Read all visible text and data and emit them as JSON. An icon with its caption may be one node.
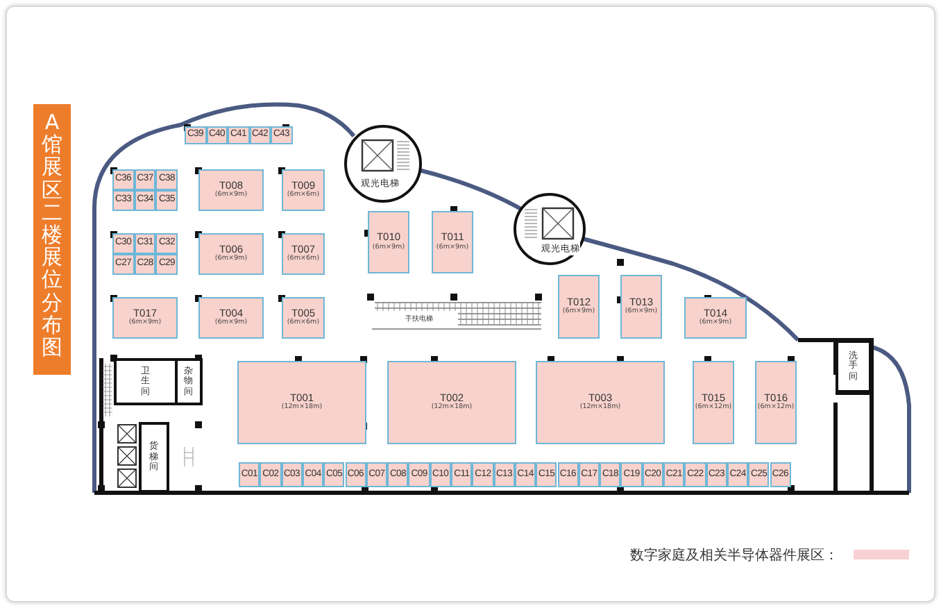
{
  "diagram": {
    "title": "A馆展区二楼展位分布图",
    "nodes": [
      {
        "text": [
          "C39"
        ]
      },
      {
        "text": [
          "C40"
        ]
      },
      {
        "text": [
          "C41"
        ]
      },
      {
        "text": [
          "C42"
        ]
      },
      {
        "text": [
          "C43"
        ]
      },
      {
        "text": [
          "C36"
        ]
      },
      {
        "text": [
          "C37"
        ]
      },
      {
        "text": [
          "C38"
        ]
      },
      {
        "text": [
          "C33"
        ]
      },
      {
        "text": [
          "C34"
        ]
      },
      {
        "text": [
          "C35"
        ]
      },
      {
        "text": [
          "T008",
          "(6m×9m)"
        ]
      },
      {
        "text": [
          "T009",
          "(6m×6m)"
        ]
      },
      {
        "text": [
          "观光电梯"
        ]
      },
      {
        "text": [
          "T010",
          "(6m×9m)"
        ]
      },
      {
        "text": [
          "T011",
          "(6m×9m)"
        ]
      },
      {
        "text": [
          "观光电梯"
        ]
      },
      {
        "text": [
          "C30"
        ]
      },
      {
        "text": [
          "C31"
        ]
      },
      {
        "text": [
          "C32"
        ]
      },
      {
        "text": [
          "C27"
        ]
      },
      {
        "text": [
          "C28"
        ]
      },
      {
        "text": [
          "C29"
        ]
      },
      {
        "text": [
          "T006",
          "(6m×9m)"
        ]
      },
      {
        "text": [
          "T007",
          "(6m×6m)"
        ]
      },
      {
        "text": [
          "T012",
          "(6m×9m)"
        ]
      },
      {
        "text": [
          "T013",
          "(6m×9m)"
        ]
      },
      {
        "text": [
          "T017",
          "(6m×9m)"
        ]
      },
      {
        "text": [
          "T004",
          "(6m×9m)"
        ]
      },
      {
        "text": [
          "T005",
          "(6m×6m)"
        ]
      },
      {
        "text": [
          "T014",
          "(6m×9m)"
        ]
      },
      {
        "text": [
          "洗手间"
        ]
      },
      {
        "text": [
          "卫生间"
        ]
      },
      {
        "text": [
          "杂物间"
        ]
      },
      {
        "text": [
          "T001",
          "(12m×18m)"
        ]
      },
      {
        "text": [
          "T002",
          "(12m×18m)"
        ]
      },
      {
        "text": [
          "T003",
          "(12m×18m)"
        ]
      },
      {
        "text": [
          "T015",
          "(6m×12m)"
        ]
      },
      {
        "text": [
          "T016",
          "(6m×12m)"
        ]
      },
      {
        "text": [
          "货梯间"
        ]
      },
      {
        "text": [
          "C01"
        ]
      },
      {
        "text": [
          "C02"
        ]
      },
      {
        "text": [
          "C03"
        ]
      },
      {
        "text": [
          "C04"
        ]
      },
      {
        "text": [
          "C05"
        ]
      },
      {
        "text": [
          "C06"
        ]
      },
      {
        "text": [
          "C07"
        ]
      },
      {
        "text": [
          "C08"
        ]
      },
      {
        "text": [
          "C09"
        ]
      },
      {
        "text": [
          "C10"
        ]
      },
      {
        "text": [
          "C11"
        ]
      },
      {
        "text": [
          "C12"
        ]
      },
      {
        "text": [
          "C13"
        ]
      },
      {
        "text": [
          "C14"
        ]
      },
      {
        "text": [
          "C15"
        ]
      },
      {
        "text": [
          "C16"
        ]
      },
      {
        "text": [
          "C17"
        ]
      },
      {
        "text": [
          "C18"
        ]
      },
      {
        "text": [
          "C19"
        ]
      },
      {
        "text": [
          "C20"
        ]
      },
      {
        "text": [
          "C21"
        ]
      },
      {
        "text": [
          "C22"
        ]
      },
      {
        "text": [
          "C23"
        ]
      },
      {
        "text": [
          "C24"
        ]
      },
      {
        "text": [
          "C25"
        ]
      },
      {
        "text": [
          "C26"
        ]
      }
    ],
    "labels": [
      "手扶电梯"
    ],
    "legend": [
      {
        "text": "数字家庭及相关半导体器件展区：",
        "color": "#f9d0d4"
      }
    ]
  }
}
